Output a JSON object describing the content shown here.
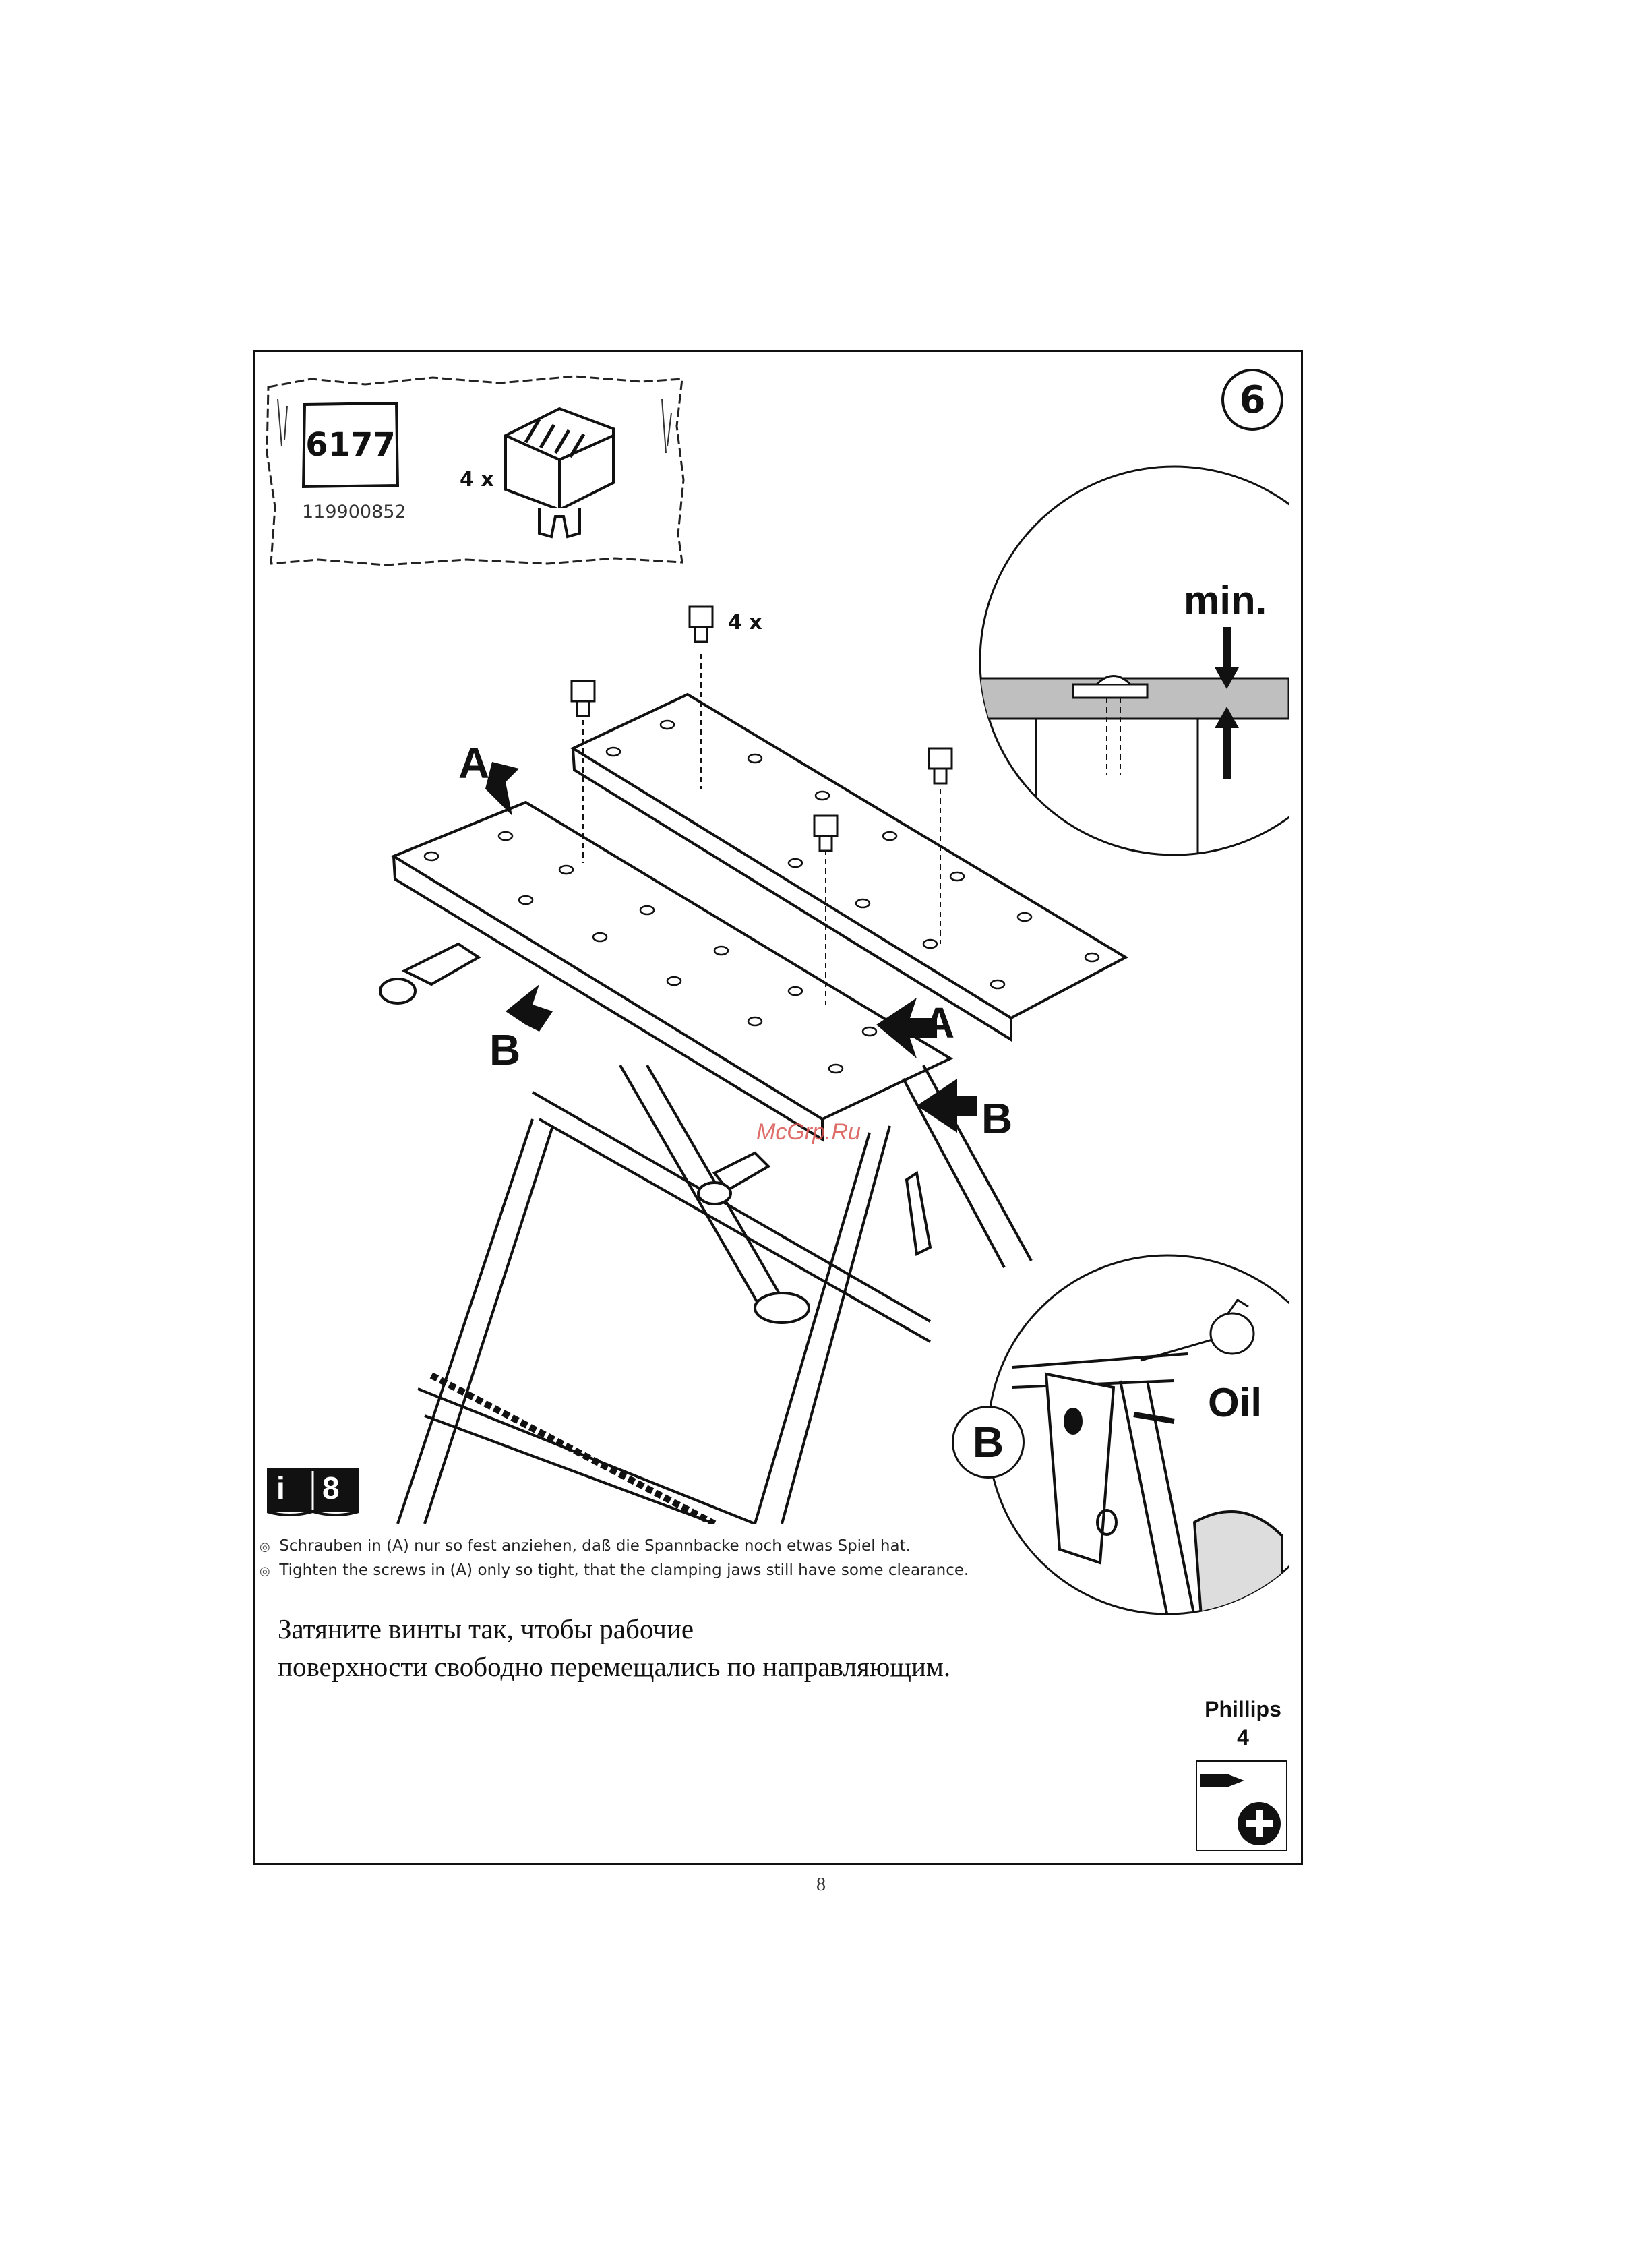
{
  "step": {
    "number": "6"
  },
  "parts_bag": {
    "label": "6177",
    "code": "119900852",
    "quantity": "4 x"
  },
  "screws_quantity": "4 x",
  "callouts": {
    "a": "A",
    "b": "B"
  },
  "detail_min": {
    "label": "min."
  },
  "detail_oil": {
    "label": "Oil",
    "marker": "B"
  },
  "info_icon": {
    "i": "i",
    "num": "8"
  },
  "notes": {
    "de": "Schrauben in (A) nur so fest anziehen, daß die Spannbacke noch etwas Spiel hat.",
    "en": "Tighten the screws in (A) only so tight, that the clamping jaws still have some clearance."
  },
  "ru_text": {
    "line1": "Затяните винты так, чтобы рабочие",
    "line2": "поверхности свободно перемещались по направляющим."
  },
  "tool": {
    "name": "Phillips",
    "size": "4"
  },
  "watermark": "McGrp.Ru",
  "page_number": "8"
}
